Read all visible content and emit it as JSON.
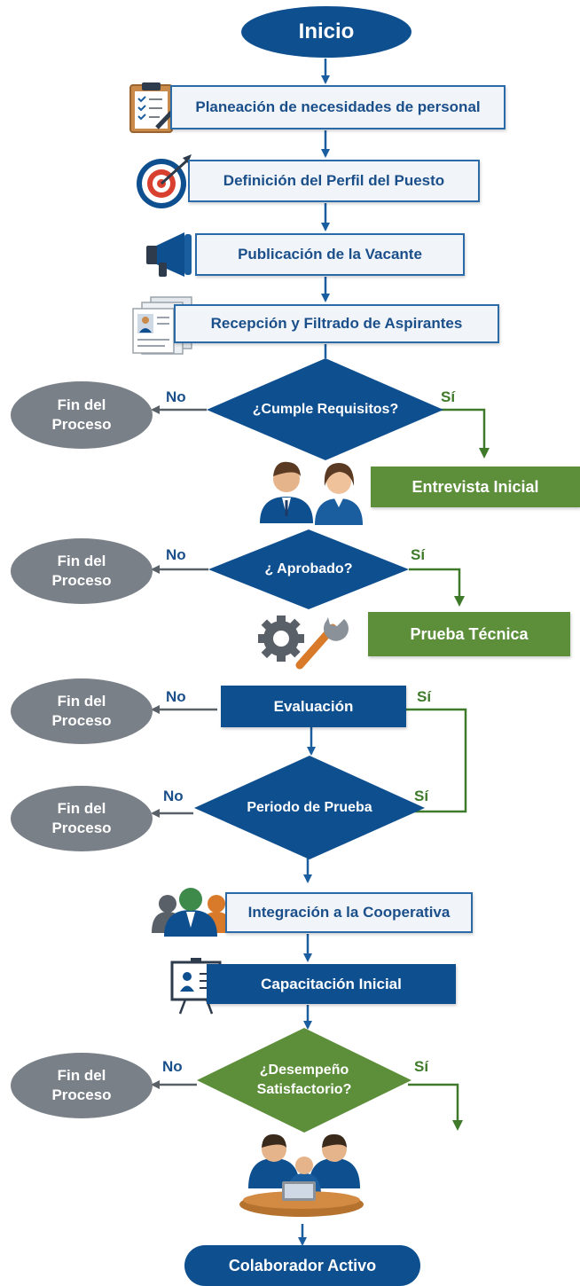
{
  "colors": {
    "primary": "#0e4f8f",
    "green": "#5d8f3b",
    "gray": "#7a8088",
    "light": "#f1f5fa"
  },
  "start": {
    "label": "Inicio"
  },
  "steps": {
    "planning": {
      "label": "Planeación de necesidades de personal",
      "icon": "clipboard-checklist-icon"
    },
    "profile": {
      "label": "Definición del Perfil del Puesto",
      "icon": "target-icon"
    },
    "publication": {
      "label": "Publicación de la Vacante",
      "icon": "megaphone-icon"
    },
    "reception": {
      "label": "Recepción y Filtrado de Aspirantes",
      "icon": "resume-documents-icon"
    },
    "interview": {
      "label": "Entrevista Inicial",
      "icon": "interview-people-icon"
    },
    "technical_test": {
      "label": "Prueba Técnica",
      "icon": "gear-wrench-icon"
    },
    "evaluation": {
      "label": "Evaluación"
    },
    "integration": {
      "label": "Integración a la Cooperativa",
      "icon": "team-group-icon"
    },
    "training": {
      "label": "Capacitación Inicial",
      "icon": "presentation-board-icon"
    }
  },
  "decisions": {
    "requirements": {
      "label": "¿Cumple Requisitos?"
    },
    "approved": {
      "label": "¿ Aprobado?"
    },
    "trial": {
      "label": "Periodo de Prueba"
    },
    "performance": {
      "line1": "¿Desempeño",
      "line2": "Satisfactorio?",
      "icon": "meeting-table-icon"
    }
  },
  "end_process": {
    "line1": "Fin del",
    "line2": "Proceso"
  },
  "branch_labels": {
    "no": "No",
    "yes": "Sí"
  },
  "final": {
    "label": "Colaborador Activo"
  }
}
